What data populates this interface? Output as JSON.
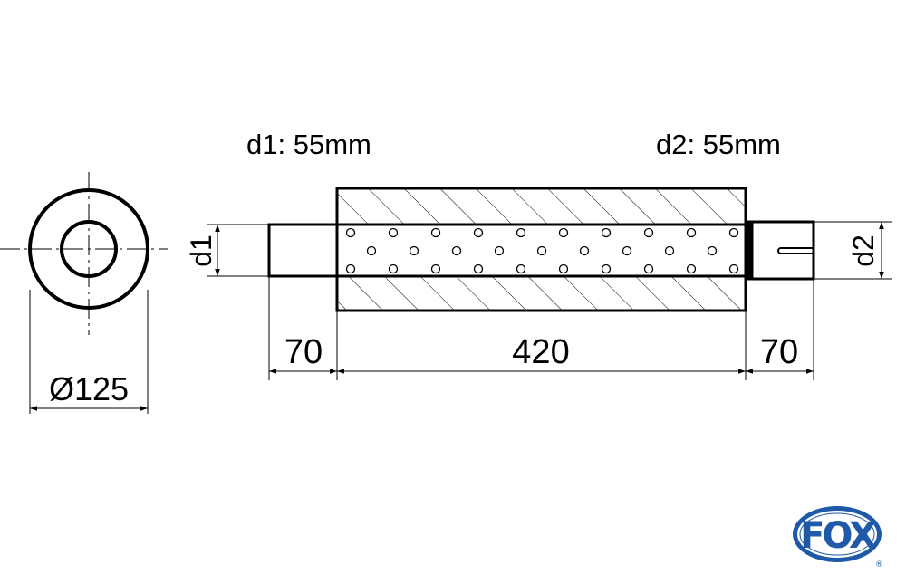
{
  "labels": {
    "d1_spec": "d1: 55mm",
    "d2_spec": "d2: 55mm",
    "d1_symbol": "d1",
    "d2_symbol": "d2",
    "diameter": "Ø125",
    "left_pipe_length": "70",
    "body_length": "420",
    "right_pipe_length": "70"
  },
  "logo": {
    "text": "FOX",
    "registered": "®",
    "color": "#1f5aa8"
  }
}
